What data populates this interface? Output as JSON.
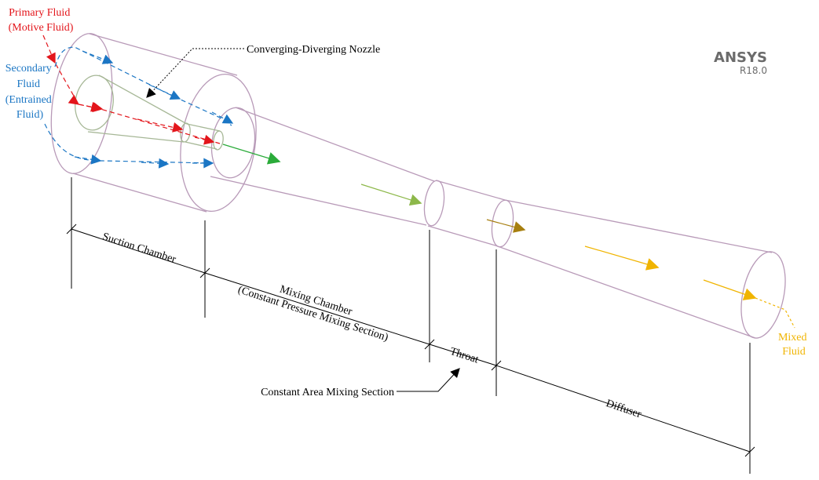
{
  "colors": {
    "primary": "#e3151b",
    "secondary": "#1b76c4",
    "mixed": "#f0b400",
    "nozzle_outflow": "#2bab3a",
    "body_outline": "#b89ab8",
    "nozzle_outline": "#a6b796",
    "dimension": "#000000",
    "mixing_arrow": "#8db84a",
    "throat_arrow": "#a77f10",
    "ansys_text": "#6b6b6b"
  },
  "labels": {
    "primary_line1": "Primary  Fluid",
    "primary_line2": "(Motive Fluid)",
    "secondary_line1": "Secondary",
    "secondary_line2": "Fluid",
    "secondary_line3": "(Entrained",
    "secondary_line4": "Fluid)",
    "nozzle": "Converging-Diverging Nozzle",
    "suction": "Suction Chamber",
    "mixing_line1": "Mixing Chamber",
    "mixing_line2": "(Constant Pressure Mixing Section)",
    "throat": "Throat",
    "constant_area": "Constant Area Mixing Section",
    "diffuser": "Diffuser",
    "mixed_line1": "Mixed",
    "mixed_line2": "Fluid"
  },
  "brand": {
    "name": "ANSYS",
    "version": "R18.0"
  }
}
